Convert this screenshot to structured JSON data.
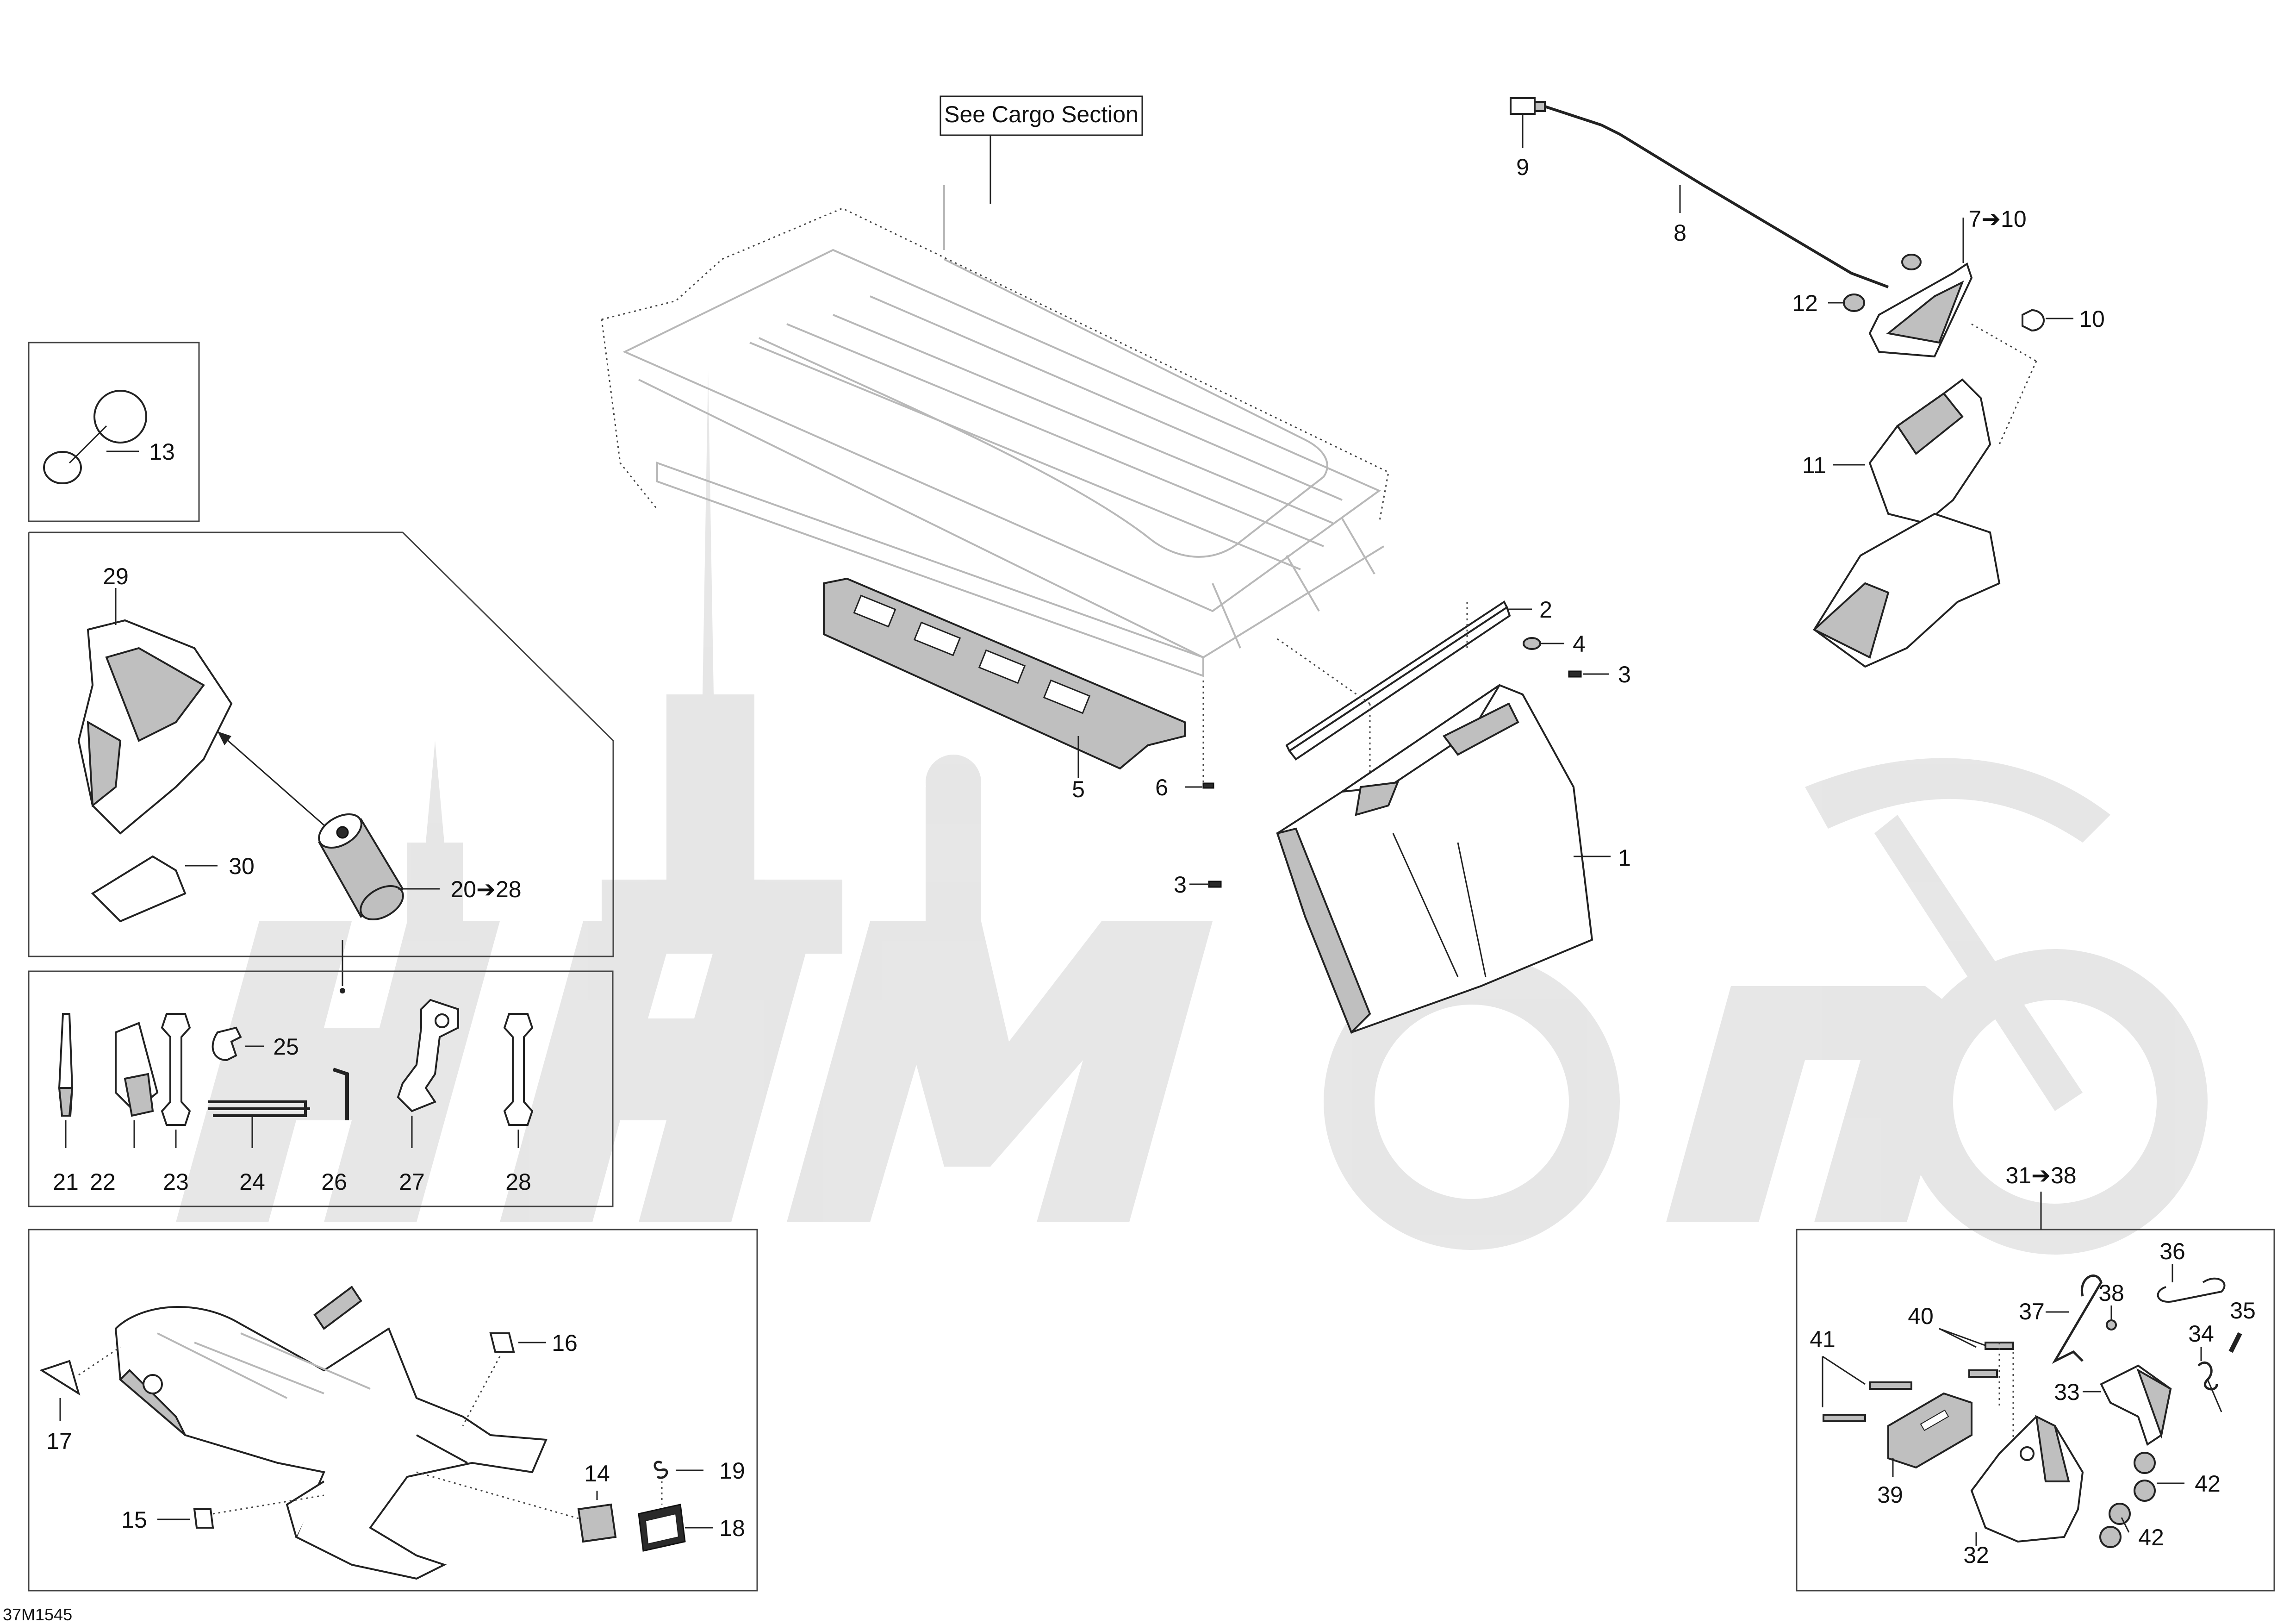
{
  "diagram_id": "37M1545",
  "reference_box": "See Cargo Section",
  "callouts": {
    "c1": "1",
    "c2": "2",
    "c3a": "3",
    "c3b": "3",
    "c4": "4",
    "c5": "5",
    "c6": "6",
    "c7_10": "7➔10",
    "c8": "8",
    "c9": "9",
    "c10": "10",
    "c11": "11",
    "c12": "12",
    "c13": "13",
    "c14": "14",
    "c15": "15",
    "c16": "16",
    "c17": "17",
    "c18": "18",
    "c19": "19",
    "c20_28": "20➔28",
    "c21": "21",
    "c22": "22",
    "c23": "23",
    "c24": "24",
    "c25": "25",
    "c26": "26",
    "c27": "27",
    "c28": "28",
    "c29": "29",
    "c30": "30",
    "c31_38": "31➔38",
    "c32": "32",
    "c33": "33",
    "c34": "34",
    "c35": "35",
    "c36": "36",
    "c37": "37",
    "c38": "38",
    "c39": "39",
    "c40": "40",
    "c41": "41",
    "c42a": "42",
    "c42b": "42"
  },
  "icons": {
    "watermark": "snowmobile-skyline-watermark"
  }
}
